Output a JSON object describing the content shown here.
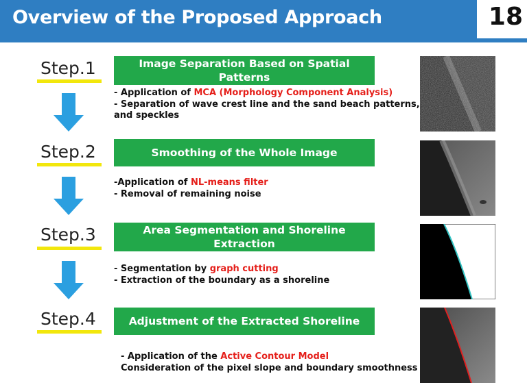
{
  "header": {
    "title": "Overview of the Proposed Approach",
    "page_number": "18"
  },
  "colors": {
    "header_bg": "#2f7ec2",
    "step_box": "#22a84a",
    "highlight": "#e5201b",
    "underline": "#f2e70c",
    "arrow": "#2b9fe0"
  },
  "steps": [
    {
      "label": "Step.1",
      "box_title": "Image Separation Based on Spatial Patterns",
      "line1_prefix": "- Application of ",
      "line1_highlight": "MCA (Morphology Component Analysis)",
      "line2": "- Separation of wave crest line and the sand beach patterns,",
      "line3": "and speckles"
    },
    {
      "label": "Step.2",
      "box_title": "Smoothing of the Whole Image",
      "line1_prefix": "-Application of ",
      "line1_highlight": "NL-means filter",
      "line2": "- Removal of remaining noise"
    },
    {
      "label": "Step.3",
      "box_title_line1": "Area Segmentation and Shoreline",
      "box_title_line2": "Extraction",
      "line1_prefix": "- Segmentation by ",
      "line1_highlight": "graph cutting",
      "line2": "- Extraction of the boundary as a shoreline"
    },
    {
      "label": "Step.4",
      "box_title": "Adjustment of the Extracted Shoreline",
      "line1_prefix": "- Application of the ",
      "line1_highlight": "Active Contour Model",
      "line2": "Consideration of the pixel slope and boundary smoothness"
    }
  ],
  "icons": [
    "down-arrow-icon"
  ]
}
